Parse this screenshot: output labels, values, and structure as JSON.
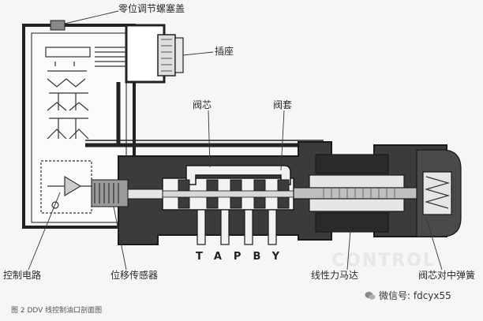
{
  "labels": {
    "zero_cap": "零位调节螺塞盖",
    "socket": "插座",
    "spool": "阀芯",
    "sleeve": "阀套",
    "control_circuit": "控制电路",
    "displacement_sensor": "位移传感器",
    "linear_motor": "线性力马达",
    "centering_spring": "阀芯对中弹簧"
  },
  "ports": "TAPBY",
  "caption": "图 2  DDV 线控制油口剖面图",
  "watermark": {
    "text": "微信号: fdcyx55",
    "ghost": "CONTROL"
  },
  "colors": {
    "body": "#3a3a3a",
    "channel": "#f4f4f2",
    "outline": "#222222"
  }
}
